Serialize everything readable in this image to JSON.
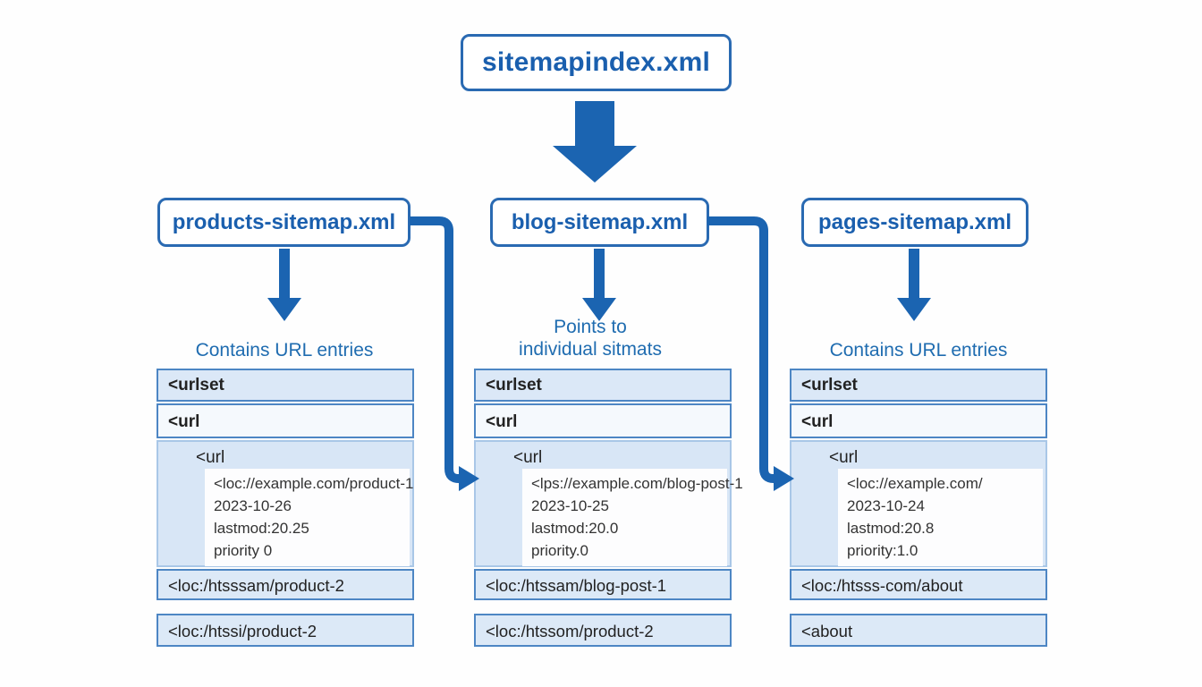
{
  "colors": {
    "accent_blue": "#1b64b1",
    "node_border_blue": "#2a6ab2",
    "node_text_blue": "#1a5fae",
    "caption_blue": "#1f6cb0",
    "row_border_blue": "#4d86c4",
    "row_bg": "#dce9f7",
    "row_bg_light": "#f5f9fd",
    "nested_bg": "#d8e6f6",
    "entry_box_bg": "#fdfdfe",
    "text_dark": "#222222"
  },
  "root_node": {
    "label": "sitemapindex.xml"
  },
  "branches": [
    {
      "node_label": "products-sitemap.xml",
      "caption_lines": [
        "Contains URL entries"
      ]
    },
    {
      "node_label": "blog-sitemap.xml",
      "caption_lines": [
        "Points to",
        "individual sitmats"
      ]
    },
    {
      "node_label": "pages-sitemap.xml",
      "caption_lines": [
        "Contains URL entries"
      ]
    }
  ],
  "panels": [
    {
      "header_rows": [
        "<urlset",
        "<url"
      ],
      "nested_tag": "<url",
      "entry_lines": [
        "<loc://example.com/product-1",
        "2023-10-26",
        "lastmod:20.25",
        "priority 0"
      ],
      "footer_rows": [
        "<loc:/htsssam/product-2",
        "<loc:/htssi/product-2"
      ]
    },
    {
      "header_rows": [
        "<urlset",
        "<url"
      ],
      "nested_tag": "<url",
      "entry_lines": [
        "<lps://example.com/blog-post-1",
        "2023-10-25",
        "lastmod:20.0",
        "priority.0"
      ],
      "footer_rows": [
        "<loc:/htssam/blog-post-1",
        "<loc:/htssom/product-2"
      ]
    },
    {
      "header_rows": [
        "<urlset",
        "<url"
      ],
      "nested_tag": "<url",
      "entry_lines": [
        "<loc://example.com/",
        "2023-10-24",
        "lastmod:20.8",
        "priority:1.0"
      ],
      "footer_rows": [
        "<loc:/htsss-com/about",
        "<about"
      ]
    }
  ]
}
